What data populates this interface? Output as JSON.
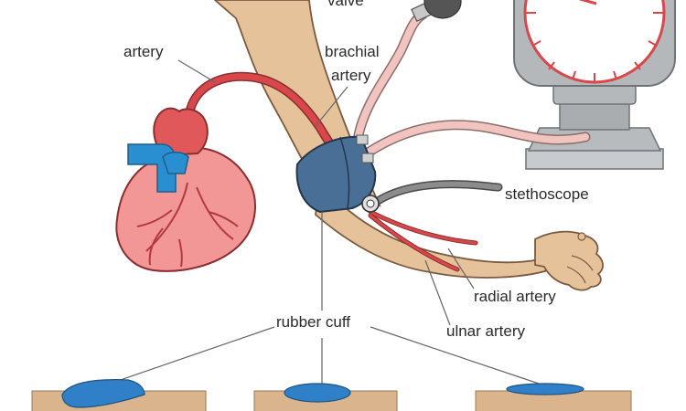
{
  "labels": {
    "valve": "valve",
    "artery": "artery",
    "brachial_line1": "brachial",
    "brachial_line2": "artery",
    "stethoscope": "stethoscope",
    "radial_artery": "radial artery",
    "ulnar_artery": "ulnar artery",
    "rubber_cuff": "rubber cuff"
  },
  "cuff_states": [
    "inflated",
    "partially-inflated",
    "deflated"
  ],
  "colors": {
    "artery_red": "#d8474a",
    "vein_blue": "#2a8fd0",
    "heart_pink": "#f29696",
    "heart_red": "#e0585a",
    "skin": "#e6c29a",
    "cuff_blue": "#4a6f96",
    "tube_pink": "#f2c4c0",
    "gauge_gray": "#b4b8bb",
    "ground": "#d9b48c",
    "bladder_blue": "#2f80c9"
  }
}
